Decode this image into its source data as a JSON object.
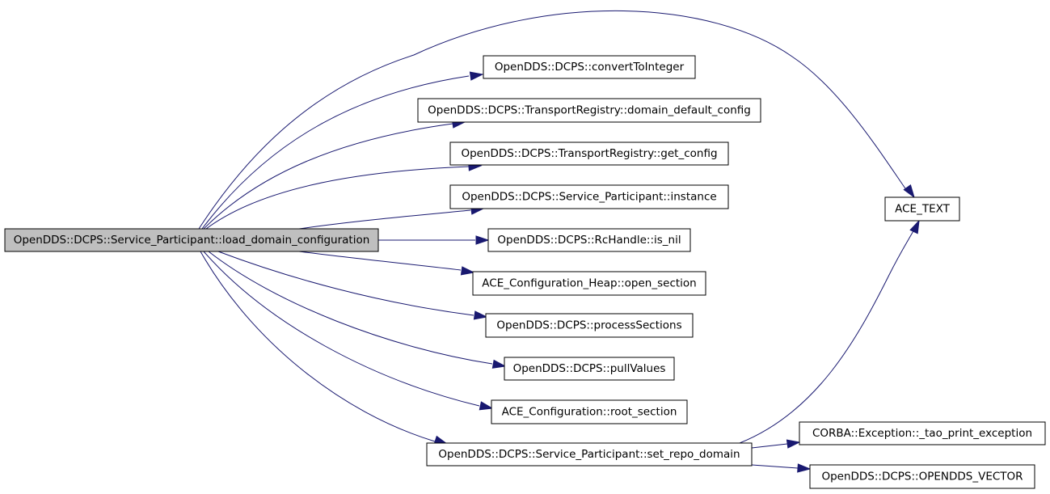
{
  "graph": {
    "root": {
      "id": "root",
      "label": "OpenDDS::DCPS::Service_Participant::load_domain_configuration"
    },
    "nodes": [
      {
        "id": "convertToInteger",
        "label": "OpenDDS::DCPS::convertToInteger"
      },
      {
        "id": "domain_default_config",
        "label": "OpenDDS::DCPS::TransportRegistry::domain_default_config"
      },
      {
        "id": "get_config",
        "label": "OpenDDS::DCPS::TransportRegistry::get_config"
      },
      {
        "id": "instance",
        "label": "OpenDDS::DCPS::Service_Participant::instance"
      },
      {
        "id": "is_nil",
        "label": "OpenDDS::DCPS::RcHandle::is_nil"
      },
      {
        "id": "open_section",
        "label": "ACE_Configuration_Heap::open_section"
      },
      {
        "id": "processSections",
        "label": "OpenDDS::DCPS::processSections"
      },
      {
        "id": "pullValues",
        "label": "OpenDDS::DCPS::pullValues"
      },
      {
        "id": "root_section",
        "label": "ACE_Configuration::root_section"
      },
      {
        "id": "set_repo_domain",
        "label": "OpenDDS::DCPS::Service_Participant::set_repo_domain"
      },
      {
        "id": "ace_text",
        "label": "ACE_TEXT"
      },
      {
        "id": "tao_print_exception",
        "label": "CORBA::Exception::_tao_print_exception"
      },
      {
        "id": "opendds_vector",
        "label": "OpenDDS::DCPS::OPENDDS_VECTOR"
      }
    ],
    "edges": [
      [
        "root",
        "ace_text"
      ],
      [
        "root",
        "convertToInteger"
      ],
      [
        "root",
        "domain_default_config"
      ],
      [
        "root",
        "get_config"
      ],
      [
        "root",
        "instance"
      ],
      [
        "root",
        "is_nil"
      ],
      [
        "root",
        "open_section"
      ],
      [
        "root",
        "processSections"
      ],
      [
        "root",
        "pullValues"
      ],
      [
        "root",
        "root_section"
      ],
      [
        "root",
        "set_repo_domain"
      ],
      [
        "set_repo_domain",
        "ace_text"
      ],
      [
        "set_repo_domain",
        "tao_print_exception"
      ],
      [
        "set_repo_domain",
        "opendds_vector"
      ]
    ]
  },
  "colors": {
    "edge": "#191970",
    "root_fill": "#bfbfbf",
    "node_fill": "#ffffff",
    "node_border": "#000000"
  }
}
